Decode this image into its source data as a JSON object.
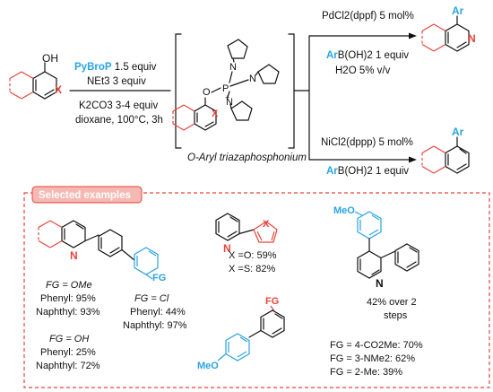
{
  "reaction": {
    "reagent1_name": "PyBroP",
    "reagent1_amount": " 1.5 equiv",
    "reagent2": "NEt3 3 equiv",
    "reagent3": "K2CO3 3-4 equiv",
    "solvent_conditions": "dioxane, 100°C, 3h",
    "intermediate_label": "O-Aryl triazaphosphonium",
    "pd_catalyst": "PdCl2(dppf) 5 mol%",
    "pd_boronic_ar": "Ar",
    "pd_boronic_rest": "B(OH)2 1 equiv",
    "pd_water": "H2O 5% v/v",
    "ni_catalyst": "NiCl2(dppp) 5 mol%",
    "ni_boronic_ar": "Ar",
    "ni_boronic_rest": "B(OH)2 1 equiv"
  },
  "atoms": {
    "oh": "OH",
    "x": "X",
    "n": "N",
    "o": "O",
    "p": "P",
    "plus": "+",
    "ar": "Ar",
    "fg": "FG",
    "meo": "MeO"
  },
  "examples": {
    "header": "Selected examples",
    "ex1": {
      "fg_ome": "FG = OMe",
      "phenyl_ome": "Phenyl: 95%",
      "naphthyl_ome": "Naphthyl: 93%",
      "fg_cl": "FG = Cl",
      "phenyl_cl": "Phenyl: 44%",
      "naphthyl_cl": "Naphthyl: 97%",
      "fg_oh": "FG = OH",
      "phenyl_oh": "Phenyl: 25%",
      "naphthyl_oh": "Naphthyl: 72%"
    },
    "ex2": {
      "x_o": "X =O: 59%",
      "x_s": "X =S: 82%"
    },
    "ex3": {
      "yield_line1": "42% over 2",
      "yield_line2": "steps"
    },
    "ex4": {
      "line1": "FG = 4-CO2Me: 70%",
      "line2": "FG = 3-NMe2: 62%",
      "line3": "FG = 2-Me: 39%"
    }
  },
  "colors": {
    "red": "#e8433a",
    "blue": "#2aa4e0",
    "pink_bg": "#f6b8b2"
  }
}
